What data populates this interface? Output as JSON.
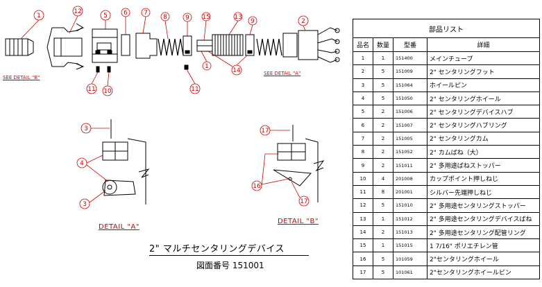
{
  "drawing": {
    "callouts": [
      "1",
      "12",
      "5",
      "6",
      "7",
      "8",
      "9",
      "15",
      "13",
      "9",
      "2",
      "1",
      "14",
      "11",
      "10",
      "11",
      "3",
      "4",
      "3",
      "17",
      "16",
      "17"
    ],
    "see_detail_b": "SEE DETAIL \"B\"",
    "see_detail_a": "SEE DETAIL \"A\"",
    "detail_a": "DETAIL \"A\"",
    "detail_b": "DETAIL \"B\"",
    "title": "2\" マルチセンタリングデバイス",
    "drawing_number": "図面番号  151001"
  },
  "parts_list": {
    "title": "部品リスト",
    "headers": [
      "品名",
      "数量",
      "型番",
      "詳細"
    ],
    "rows": [
      [
        "1",
        "1",
        "151400",
        "メインチューブ"
      ],
      [
        "2",
        "5",
        "151009",
        "2\" センタリングフット"
      ],
      [
        "3",
        "5",
        "151064",
        "ホイールピン"
      ],
      [
        "4",
        "5",
        "151050",
        "2\" センタリングホイール"
      ],
      [
        "5",
        "2",
        "151006",
        "2\" センタリングデバイスハブ"
      ],
      [
        "6",
        "2",
        "151007",
        "2\" センタリングハブリング"
      ],
      [
        "7",
        "2",
        "151005",
        "2\" センタリングカム"
      ],
      [
        "8",
        "2",
        "151052",
        "2\" カムばね（大）"
      ],
      [
        "9",
        "2",
        "151011",
        "2\" 多用途ばねストッパー"
      ],
      [
        "10",
        "4",
        "201008",
        "カップポイント押しねじ"
      ],
      [
        "11",
        "8",
        "201001",
        "シルバー先端押しねじ"
      ],
      [
        "12",
        "5",
        "151010",
        "2\" 多用途センタリングストッパー"
      ],
      [
        "13",
        "1",
        "151012",
        "2\" 多用途センタリングデバイスばね"
      ],
      [
        "14",
        "2",
        "151013",
        "2\" 多用途センタリング配管リング"
      ],
      [
        "15",
        "1",
        "151015",
        "1 7/16\" ポリエチレン管"
      ],
      [
        "16",
        "5",
        "101059",
        "2\"センタリングホイール"
      ],
      [
        "17",
        "5",
        "101061",
        "2\"センタリングホイールピン"
      ]
    ]
  }
}
